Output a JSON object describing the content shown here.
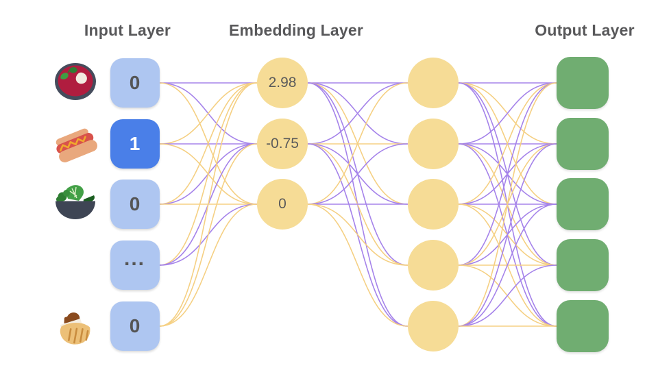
{
  "diagram": {
    "input_layer": {
      "title": "Input Layer",
      "nodes": [
        {
          "value": "0",
          "icon": "borscht-soup-icon",
          "active": false
        },
        {
          "value": "1",
          "icon": "hot-dog-icon",
          "active": true
        },
        {
          "value": "0",
          "icon": "salad-bowl-icon",
          "active": false
        },
        {
          "value": "...",
          "icon": null,
          "active": false
        },
        {
          "value": "0",
          "icon": "stuffed-pita-icon",
          "active": false
        }
      ]
    },
    "embedding_layer": {
      "title": "Embedding Layer",
      "nodes": [
        {
          "value": "2.98"
        },
        {
          "value": "-0.75"
        },
        {
          "value": "0"
        }
      ]
    },
    "hidden_layer": {
      "nodes": [
        {},
        {},
        {},
        {},
        {}
      ]
    },
    "output_layer": {
      "title": "Output Layer",
      "nodes": [
        {},
        {},
        {},
        {},
        {}
      ]
    },
    "edges": {
      "input_to_embedding": [
        "p",
        "p",
        "y",
        "y",
        "p",
        "y",
        "y",
        "p",
        "y",
        "y",
        "p",
        "p",
        "y",
        "y",
        "y"
      ],
      "embedding_to_hidden": [
        "p",
        "p",
        "y",
        "p",
        "p",
        "p",
        "y",
        "p",
        "y",
        "p",
        "y",
        "p",
        "p",
        "y",
        "y"
      ],
      "hidden_to_output": [
        "p",
        "y",
        "y",
        "p",
        "p",
        "p",
        "p",
        "p",
        "y",
        "p",
        "y",
        "p",
        "p",
        "y",
        "y",
        "p",
        "y",
        "p",
        "y",
        "y",
        "y",
        "p",
        "p",
        "p",
        "y"
      ]
    },
    "palette": {
      "edge_purple": "#a583ea",
      "edge_yellow": "#f5d083",
      "node_blue_inactive": "#aec6f1",
      "node_blue_active": "#4a7fe8",
      "node_yellow": "#f6dc96",
      "node_green": "#70ad71",
      "value_text": "#555555",
      "title_text": "#58585a"
    }
  }
}
